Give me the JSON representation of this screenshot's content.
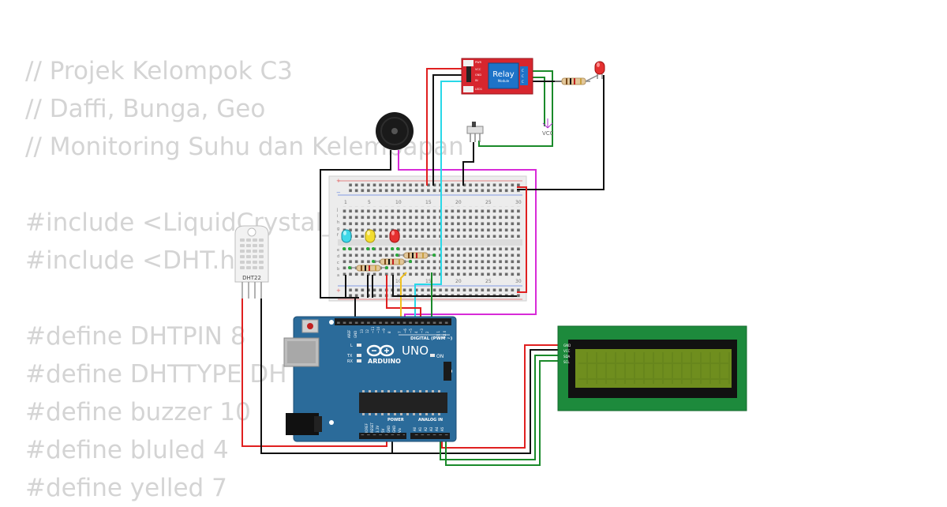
{
  "code": {
    "lines": [
      "// Projek Kelompok C3",
      "// Daffi, Bunga, Geo",
      "// Monitoring Suhu dan Kelembapan",
      "",
      "#include <LiquidCrystal_I2C.h>",
      "#include <DHT.h>",
      "",
      "#define DHTPIN 8",
      "#define DHTTYPE DHT22",
      "#define buzzer 10",
      "#define bluled 4",
      "#define yelled 7"
    ]
  },
  "relay": {
    "title": "Relay",
    "subtitle": "Module",
    "pins_left": [
      "PWR",
      "VCC",
      "GND",
      "IN",
      "LED1"
    ],
    "pins_right": [
      "C",
      "C",
      "C"
    ]
  },
  "sensor": {
    "label": "DHT22"
  },
  "vcc_label": "VCC",
  "breadboard": {
    "column_numbers": [
      "1",
      "5",
      "10",
      "15",
      "20",
      "25",
      "30"
    ],
    "row_letters_top": [
      "j",
      "i",
      "h",
      "g",
      "f"
    ],
    "row_letters_bottom": [
      "e",
      "d",
      "c",
      "b",
      "a"
    ]
  },
  "arduino": {
    "brand": "ARDUINO",
    "model": "UNO",
    "digital_label": "DIGITAL (PWM ~)",
    "on_label": "ON",
    "l_label": "L",
    "tx_label": "TX",
    "rx_label": "RX",
    "power_label": "POWER",
    "analog_label": "ANALOG IN",
    "digital_pins": [
      "AREF",
      "GND",
      "13",
      "12",
      "~11",
      "~10",
      "~9",
      "8",
      "7",
      "~6",
      "~5",
      "4",
      "~3",
      "2",
      "TX 1",
      "RX 0"
    ],
    "power_pins": [
      "IOREF",
      "RESET",
      "3.3V",
      "5V",
      "GND",
      "GND",
      "Vin"
    ],
    "analog_pins": [
      "A0",
      "A1",
      "A2",
      "A3",
      "A4",
      "A5"
    ]
  },
  "lcd": {
    "pins": [
      "GND",
      "VCC",
      "SDA",
      "SCL"
    ]
  },
  "colors": {
    "code_text": "#d4d4d4",
    "arduino_board": "#2b6b9a",
    "relay_board": "#d7262e",
    "lcd_board": "#1d8a3c",
    "lcd_screen": "#6f8e1e",
    "wire_red": "#e02020",
    "wire_black": "#111111",
    "wire_green": "#1a8a2a",
    "wire_magenta": "#d82bd8",
    "wire_cyan": "#28d8e8",
    "wire_yellow": "#f0c020"
  }
}
